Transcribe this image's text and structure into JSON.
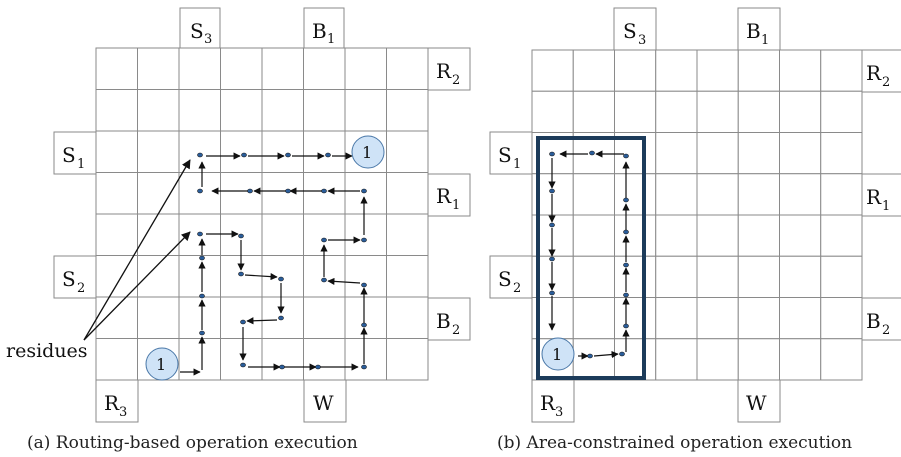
{
  "figure_a": {
    "caption": "(a) Routing-based operation execution",
    "ports": [
      {
        "id": "S3",
        "base": "S",
        "sub": "3"
      },
      {
        "id": "B1",
        "base": "B",
        "sub": "1"
      },
      {
        "id": "R2",
        "base": "R",
        "sub": "2"
      },
      {
        "id": "S1",
        "base": "S",
        "sub": "1"
      },
      {
        "id": "R1",
        "base": "R",
        "sub": "1"
      },
      {
        "id": "S2",
        "base": "S",
        "sub": "2"
      },
      {
        "id": "B2",
        "base": "B",
        "sub": "2"
      },
      {
        "id": "R3",
        "base": "R",
        "sub": "3"
      },
      {
        "id": "W",
        "base": "W",
        "sub": ""
      }
    ],
    "start_droplet_label": "1",
    "end_droplet_label": "1",
    "residues_label": "residues"
  },
  "figure_b": {
    "caption": "(b) Area-constrained operation execution",
    "ports": [
      {
        "id": "S3",
        "base": "S",
        "sub": "3"
      },
      {
        "id": "B1",
        "base": "B",
        "sub": "1"
      },
      {
        "id": "R2",
        "base": "R",
        "sub": "2"
      },
      {
        "id": "S1",
        "base": "S",
        "sub": "1"
      },
      {
        "id": "R1",
        "base": "R",
        "sub": "1"
      },
      {
        "id": "S2",
        "base": "S",
        "sub": "2"
      },
      {
        "id": "B2",
        "base": "B",
        "sub": "2"
      },
      {
        "id": "R3",
        "base": "R",
        "sub": "3"
      },
      {
        "id": "W",
        "base": "W",
        "sub": ""
      }
    ],
    "start_droplet_label": "1"
  },
  "colors": {
    "grid_line": "#8a8a8a",
    "droplet_fill": "#cfe3f7",
    "droplet_stroke": "#4a78a8",
    "area_border": "#1c3b5a",
    "arrow": "#111111",
    "residue": "#2a5d9a"
  }
}
